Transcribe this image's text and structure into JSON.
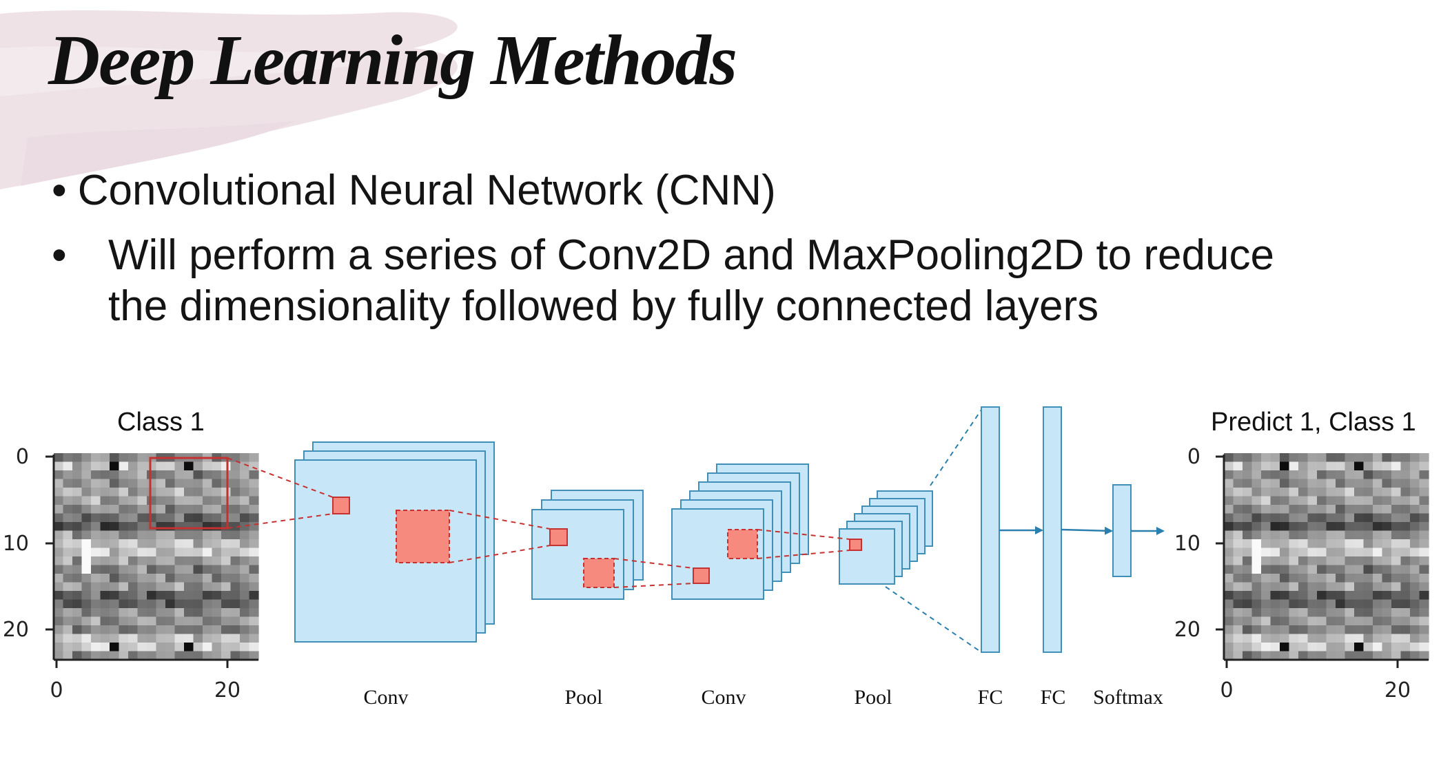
{
  "slide": {
    "title": "Deep Learning Methods",
    "bullets": [
      {
        "marker": "•",
        "text": "Convolutional Neural Network (CNN)"
      },
      {
        "marker": "•",
        "lines": [
          "Will perform a series of Conv2D and MaxPooling2D to reduce",
          "the dimensionality followed by fully connected layers"
        ]
      }
    ]
  },
  "diagram": {
    "input_label": "Class 1",
    "output_label": "Predict 1, Class 1",
    "stages": [
      "Conv",
      "Pool",
      "Conv",
      "Pool",
      "FC",
      "FC",
      "Softmax"
    ],
    "input_plot": {
      "y_ticks": [
        "0",
        "10",
        "20"
      ],
      "x_ticks": [
        "0",
        "20"
      ]
    },
    "output_plot": {
      "y_ticks": [
        "0",
        "10",
        "20"
      ],
      "x_ticks": [
        "0",
        "20"
      ]
    },
    "colors": {
      "layer_fill": "#c7e7f8",
      "layer_stroke": "#3f8fb8",
      "kernel_fill": "#f68a7f",
      "kernel_stroke": "#c53030",
      "connector": "#2a7fae"
    }
  }
}
